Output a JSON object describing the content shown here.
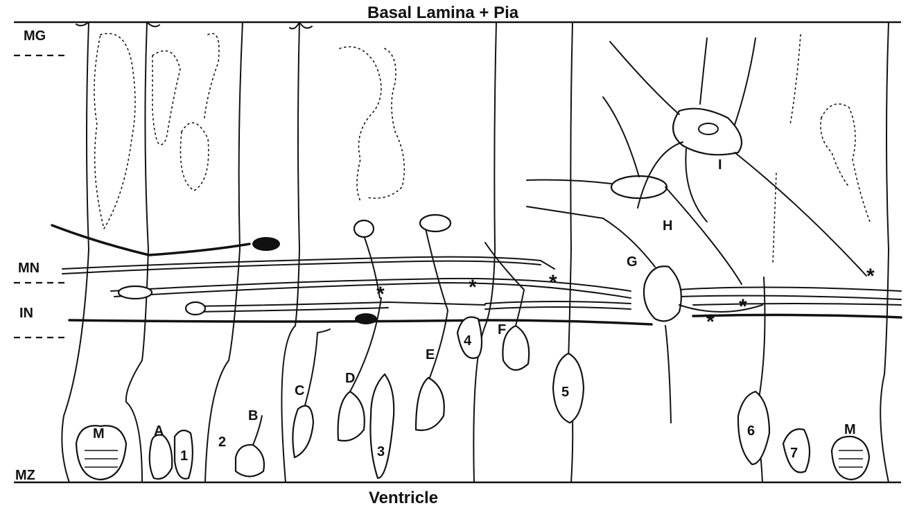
{
  "title": "Basal Lamina + Pia",
  "bottom_label": "Ventricle",
  "layers": [
    {
      "key": "mg",
      "label": "MG"
    },
    {
      "key": "mn",
      "label": "MN"
    },
    {
      "key": "in",
      "label": "IN"
    },
    {
      "key": "mz",
      "label": "MZ"
    }
  ],
  "cell_labels": {
    "m_left": "M",
    "a": "A",
    "b": "B",
    "c": "C",
    "d": "D",
    "e": "E",
    "f": "F",
    "g": "G",
    "h": "H",
    "i": "I",
    "m_right": "M"
  },
  "numbers": [
    "1",
    "2",
    "3",
    "4",
    "5",
    "6",
    "7"
  ],
  "asterisk": "*",
  "colors": {
    "ink": "#111111",
    "paper": "#ffffff"
  }
}
